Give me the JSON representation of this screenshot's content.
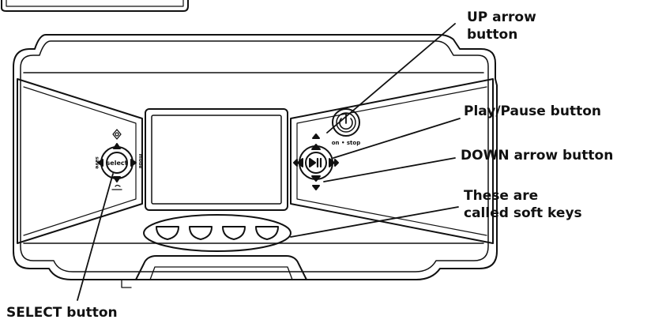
{
  "diagram": {
    "device": {
      "power_button_label": "on • stop",
      "select_button_label": "select",
      "left_pad_side_left": "save",
      "left_pad_side_right": "mode"
    },
    "callouts": {
      "up_arrow": [
        "UP arrow",
        "button"
      ],
      "play_pause": "Play/Pause button",
      "down_arrow": "DOWN arrow button",
      "soft_keys": [
        "These are",
        "called soft keys"
      ],
      "select": "SELECT button"
    },
    "colors": {
      "line": "#111111",
      "background": "#ffffff"
    }
  }
}
